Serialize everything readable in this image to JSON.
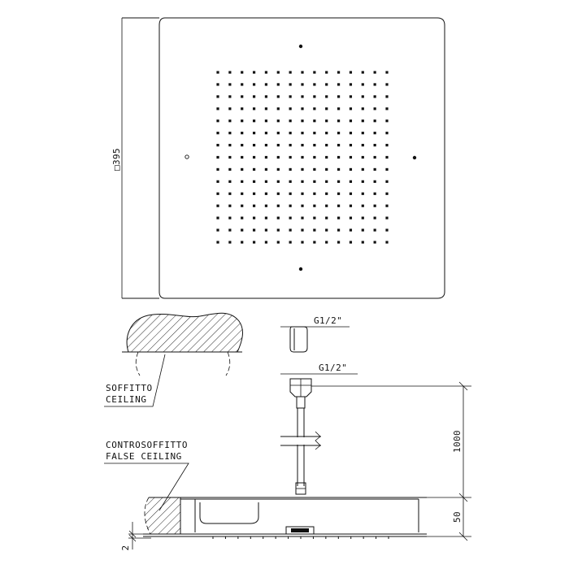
{
  "top_view": {
    "size_dimension": "□395",
    "nozzle_rows": 15,
    "nozzle_cols": 15
  },
  "ceiling": {
    "label_it": "SOFFITTO",
    "label_en": "CEILING"
  },
  "false_ceiling": {
    "label_it": "CONTROSOFFITTO",
    "label_en": "FALSE CEILING"
  },
  "connection": {
    "thread_top": "G1/2\"",
    "thread_hose": "G1/2\""
  },
  "dimensions": {
    "hose_length": "1000",
    "head_height": "50",
    "protrusion": "2"
  }
}
